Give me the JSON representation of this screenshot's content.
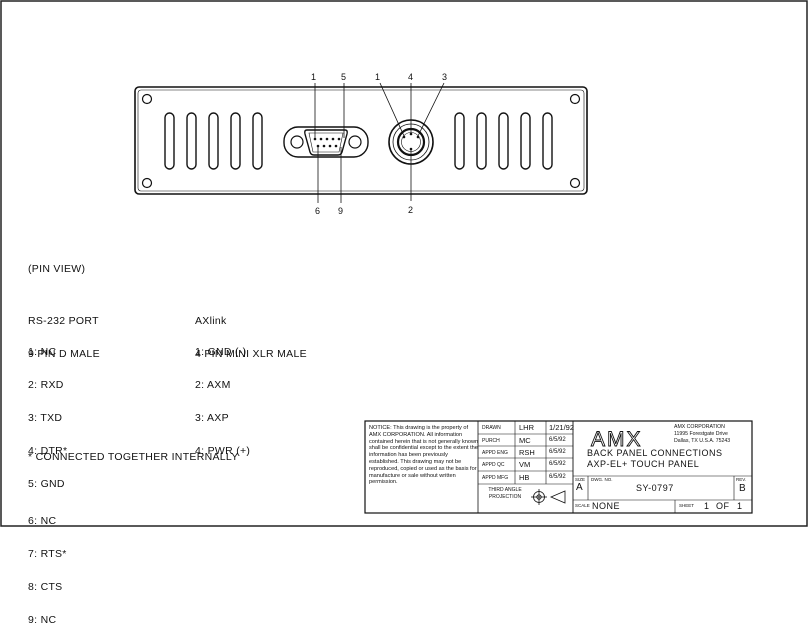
{
  "drawing": {
    "pin_view_label": "(PIN VIEW)",
    "rs232": {
      "title": "RS-232 PORT",
      "subtitle": "9 PIN D MALE",
      "pins": [
        "1: NC",
        "2: RXD",
        "3: TXD",
        "4: DTR*",
        "5: GND",
        "6: NC",
        "7: RTS*",
        "8: CTS",
        "9: NC"
      ]
    },
    "axlink": {
      "title": "AXlink",
      "subtitle": "4 PIN MINI XLR MALE",
      "pins": [
        "1: GND (-)",
        "2: AXM",
        "3: AXP",
        "4: PWR (+)"
      ]
    },
    "footnote": "* CONNECTED TOGETHER INTERNALLY",
    "db9_pin_labels": {
      "top_left": "1",
      "top_right": "5",
      "bottom_left": "6",
      "bottom_right": "9"
    },
    "xlr_pin_labels": {
      "p1": "1",
      "p4": "4",
      "p3": "3",
      "p2": "2"
    }
  },
  "title_block": {
    "notice": "NOTICE: This drawing is the property of AMX CORPORATION. All information contained herein that is not generally known shall be confidential except to the extent the information has been previously established. This drawing may not be reproduced, copied or used as the basis for manufacture or sale without written permission.",
    "rows": [
      {
        "label": "DRAWN",
        "initials": "LHR",
        "date": "1/21/92"
      },
      {
        "label": "PURCH",
        "initials": "MC",
        "date": "6/5/92"
      },
      {
        "label": "APPD ENG",
        "initials": "RSH",
        "date": "6/5/92"
      },
      {
        "label": "APPD QC",
        "initials": "VM",
        "date": "6/5/92"
      },
      {
        "label": "APPD MFG",
        "initials": "HB",
        "date": "6/5/92"
      }
    ],
    "projection": "THIRD ANGLE PROJECTION",
    "logo": "AMX",
    "company": [
      "AMX CORPORATION",
      "11995 Forestgate Drive",
      "Dallas, TX U.S.A. 75243"
    ],
    "drawing_title": [
      "BACK PANEL CONNECTIONS",
      "AXP-EL+ TOUCH PANEL"
    ],
    "size_label": "SIZE",
    "size": "A",
    "dwg_no_label": "DWG. NO.",
    "dwg_no": "SY-0797",
    "rev_label": "REV.",
    "rev": "B",
    "scale_label": "SCALE",
    "scale": "NONE",
    "sheet_label": "SHEET",
    "sheet": "1",
    "of_label": "OF",
    "of": "1"
  }
}
